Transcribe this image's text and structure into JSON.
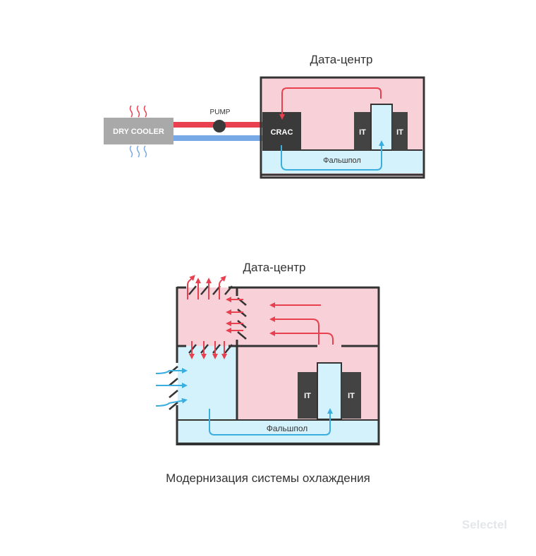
{
  "colors": {
    "warm_zone": "#f8d1d8",
    "cool_zone": "#d4f2fb",
    "wall": "#333333",
    "hot_air": "#e8404f",
    "cold_air": "#3aaedf",
    "dry_cooler": "#a9a9a9",
    "cold_pipe": "#77a9e6",
    "it_rack": "#434343",
    "crac": "#3a3a3a"
  },
  "diagram1": {
    "title": "Дата-центр",
    "dry_cooler_label": "DRY COOLER",
    "pump_label": "PUMP",
    "crac_label": "CRAC",
    "it_left_label": "IT",
    "it_right_label": "IT",
    "floor_label": "Фальшпол"
  },
  "diagram2": {
    "title": "Дата-центр",
    "it_left_label": "IT",
    "it_right_label": "IT",
    "floor_label": "Фальшпол"
  },
  "caption": "Модернизация системы охлаждения",
  "logo": "Selectel"
}
